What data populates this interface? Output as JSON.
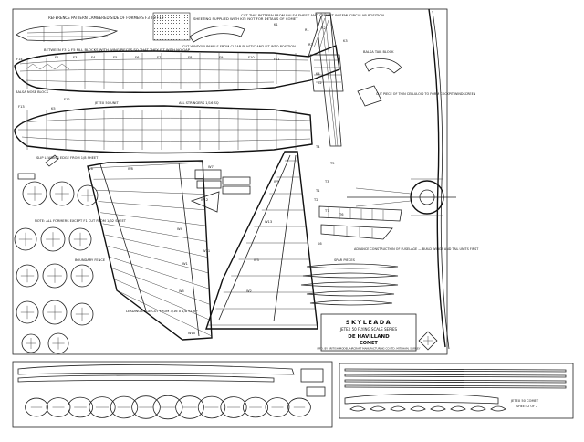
{
  "plan": {
    "title": {
      "brand": "SKYLEADA",
      "series": "JETEX 50 FLYING SCALE SERIES",
      "maker": "DE HAVILLAND",
      "model": "COMET",
      "credit": "MFD. BY BRITISH MODEL AIRCRAFT MANUFACTURING CO LTD. MITCHAM, SURREY"
    },
    "notes": {
      "former_pattern": "REFERENCE PATTERN CAMBERED SIDE OF FORMERS F3 TO F10",
      "fuselage_note": "BETWEEN F3 & F5 FILL BLOCKS WITH WING PIECES SO THAT THEY FIT WITH NO GAP",
      "sheet_note": "SHEETING SUPPLIED WITH KIT: NOT FOR DETAILS OF COMET",
      "cut_note": "CUT THIS PATTERN FROM BALSA SHEET AND CEMENT IN SEMI-CIRCULAR POSITION",
      "window_note": "CUT WINDOW PANELS FROM CLEAR PLASTIC AND FIT INTO POSITION",
      "balsa_nose": "BALSA NOSE BLOCK",
      "jetex_unit": "JETEX 50 UNIT",
      "stringers": "ALL STRINGERS 1/16 SQ",
      "balsa_tail": "BALSA TAIL BLOCK",
      "cockpit_note": "CUT PIECE OF THIN CELLULOID TO FORM COCKPIT WINDSCREEN",
      "slip_edge": "SLIP LEADING EDGE FROM 1/8 SHEET",
      "formers_note": "NOTE: ALL FORMERS EXCEPT F1 CUT FROM 1/32 SHEET",
      "boundary_fence": "BOUNDARY FENCE",
      "leading_edge": "LEADING EDGE CUT FROM 3/16 X 1/8 STRIP",
      "spar_note": "SPAR PIECES",
      "advance": "ADVANCE CONSTRUCTION OF FUSELAGE — BUILD WINGS AND TAIL UNITS FIRST",
      "strip_label": "JETEX 50 COMET",
      "strip_sub": "SHEET 2 OF 2"
    },
    "labels": {
      "f": [
        "F1",
        "F2",
        "F3",
        "F4",
        "F5",
        "F6",
        "F7",
        "F8",
        "F9",
        "F10",
        "F11",
        "F12",
        "F13",
        "F14"
      ],
      "w": [
        "W1",
        "W2",
        "W3",
        "W4",
        "W5",
        "W6",
        "W7",
        "W8",
        "W9",
        "W10",
        "W11",
        "W12",
        "W13"
      ],
      "k": [
        "K1",
        "K2",
        "K3",
        "K4",
        "K5",
        "K6"
      ],
      "t": [
        "T1",
        "T2",
        "T3",
        "T4",
        "T5",
        "T6",
        "T7"
      ],
      "r": [
        "R1",
        "R2",
        "R3"
      ]
    }
  }
}
